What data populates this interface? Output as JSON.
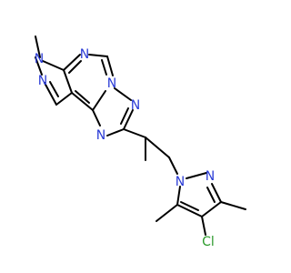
{
  "molecule": {
    "colors": {
      "bond": "#000000",
      "nitrogen": "#2a3bd6",
      "chlorine": "#2a9a2a",
      "background": "#ffffff"
    },
    "atom_labels": [
      {
        "id": "n-methyl-pyrazole",
        "text": "N",
        "element": "N"
      },
      {
        "id": "n-pyrazole-a",
        "text": "N",
        "element": "N"
      },
      {
        "id": "n-pyrimidine",
        "text": "N",
        "element": "N"
      },
      {
        "id": "n-bridge",
        "text": "N",
        "element": "N"
      },
      {
        "id": "n-triazole-a",
        "text": "N",
        "element": "N"
      },
      {
        "id": "n-triazole-b",
        "text": "N",
        "element": "N"
      },
      {
        "id": "n-dimethylpyrazole-1",
        "text": "N",
        "element": "N"
      },
      {
        "id": "n-dimethylpyrazole-2",
        "text": "N",
        "element": "N"
      },
      {
        "id": "cl-atom",
        "text": "Cl",
        "element": "Cl"
      }
    ]
  }
}
